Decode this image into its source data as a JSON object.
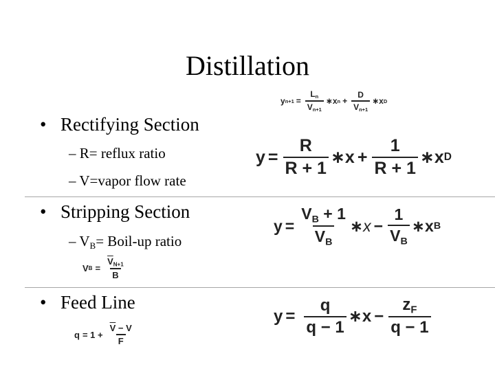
{
  "slide": {
    "title": "Distillation"
  },
  "rectifying": {
    "bullet": "Rectifying Section",
    "sub1": "– R= reflux ratio",
    "sub2": "– V=vapor flow rate"
  },
  "stripping": {
    "bullet": "Stripping Section",
    "sub_dash": "– V",
    "sub_subscript": "B",
    "sub_rest": "= Boil-up ratio"
  },
  "feed": {
    "bullet": "Feed Line"
  },
  "bullet_glyph": "•",
  "equations": {
    "rect_top": {
      "lhs": "y",
      "lhs_sub": "n+1",
      "eq": "=",
      "f1_num": "L",
      "f1_num_sub": "n",
      "f1_den": "V",
      "f1_den_sub": "n+1",
      "op1": "∗x",
      "op1_sub": "n",
      "plus": "+",
      "f2_num": "D",
      "f2_den": "V",
      "f2_den_sub": "n+1",
      "op2": "∗x",
      "op2_sub": "D"
    },
    "rect_main": {
      "lhs": "y",
      "eq": "=",
      "f1_num": "R",
      "f1_den": "R + 1",
      "op1": "∗x",
      "plus": "+",
      "f2_num": "1",
      "f2_den": "R + 1",
      "op2": "∗x",
      "op2_sub": "D"
    },
    "strip_main": {
      "lhs": "y",
      "eq": "=",
      "f1_num": "V",
      "f1_num_sub": "B",
      "f1_num_rest": " + 1",
      "f1_den": "V",
      "f1_den_sub": "B",
      "op1": "∗",
      "x": "x",
      "minus": "−",
      "f2_num": "1",
      "f2_den": "V",
      "f2_den_sub": "B",
      "op2": "∗x",
      "op2_sub": "B"
    },
    "vb_def": {
      "lhs": "V",
      "lhs_sub": "B",
      "eq": "=",
      "num": "V",
      "num_sub": "N+1",
      "den": "B"
    },
    "feed_main": {
      "lhs": "y",
      "eq": "=",
      "f1_num": "q",
      "f1_den": "q − 1",
      "op1": "∗x",
      "minus": "−",
      "f2_num": "z",
      "f2_num_sub": "F",
      "f2_den": "q − 1"
    },
    "q_def": {
      "lhs": "q",
      "eq": "= 1 +",
      "num_bar": "V",
      "num_rest": " − V",
      "den": "F"
    }
  }
}
